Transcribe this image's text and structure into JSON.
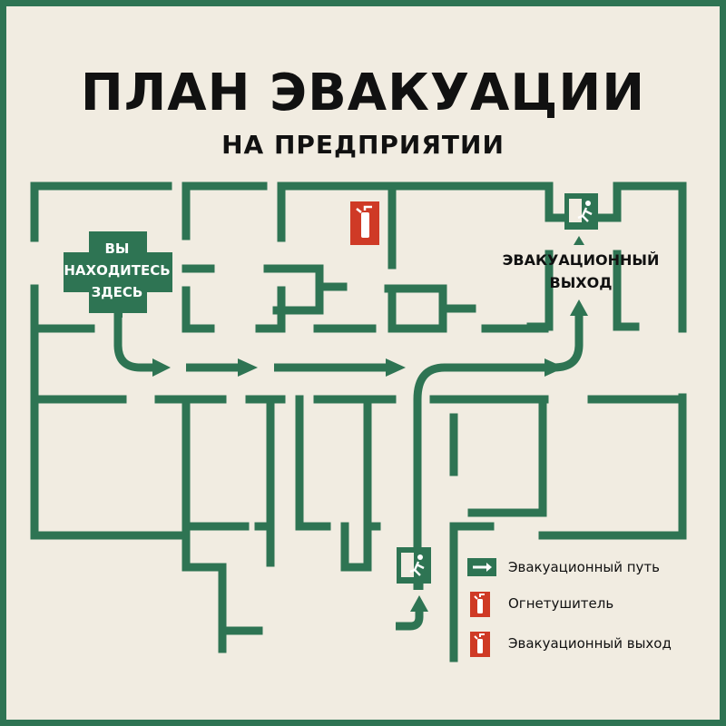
{
  "title": "ПЛАН ЭВАКУАЦИИ",
  "subtitle": "НА ПРЕДПРИЯТИИ",
  "you_are_here": [
    "ВЫ",
    "НАХОДИТЕСЬ",
    "ЗДЕСЬ"
  ],
  "exit_label": [
    "ЭВАКУАЦИОННЫЙ",
    "ВЫХОД"
  ],
  "legend": [
    {
      "label": "Эвакуационный путь",
      "icon": "arrow-right-icon"
    },
    {
      "label": "Огнетушитель",
      "icon": "fire-extinguisher-icon"
    },
    {
      "label": "Эвакуационный выход",
      "icon": "fire-extinguisher-icon"
    }
  ],
  "colors": {
    "wall_green": "#2e7453",
    "background": "#f1ece1",
    "extinguisher_red": "#cf3a26",
    "text": "#111111"
  }
}
